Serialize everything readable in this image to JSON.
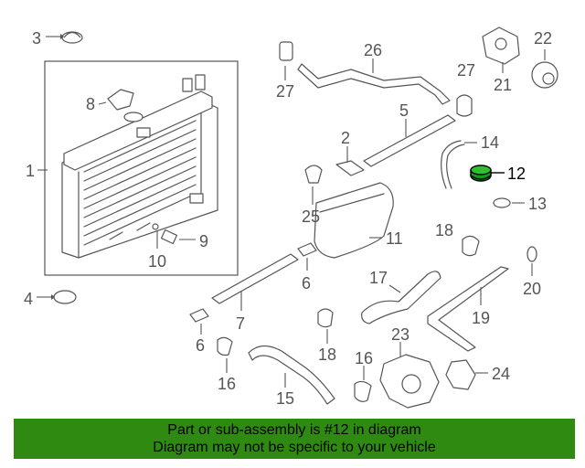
{
  "callouts": {
    "c1": "1",
    "c2": "2",
    "c3": "3",
    "c4": "4",
    "c5": "5",
    "c6a": "6",
    "c6b": "6",
    "c7": "7",
    "c8": "8",
    "c9": "9",
    "c10": "10",
    "c11": "11",
    "c12": "12",
    "c13": "13",
    "c14": "14",
    "c15": "15",
    "c16a": "16",
    "c16b": "16",
    "c17": "17",
    "c18a": "18",
    "c18b": "18",
    "c19": "19",
    "c20": "20",
    "c21": "21",
    "c22": "22",
    "c23": "23",
    "c24": "24",
    "c25": "25",
    "c26": "26",
    "c27a": "27",
    "c27b": "27"
  },
  "banner": {
    "line1": "Part or sub-assembly is #12 in diagram",
    "line2": "Diagram may not be specific to your vehicle"
  },
  "colors": {
    "banner_bg": "#2e8a10",
    "highlight_part": "#1a9a1a",
    "line_art": "#555555"
  }
}
